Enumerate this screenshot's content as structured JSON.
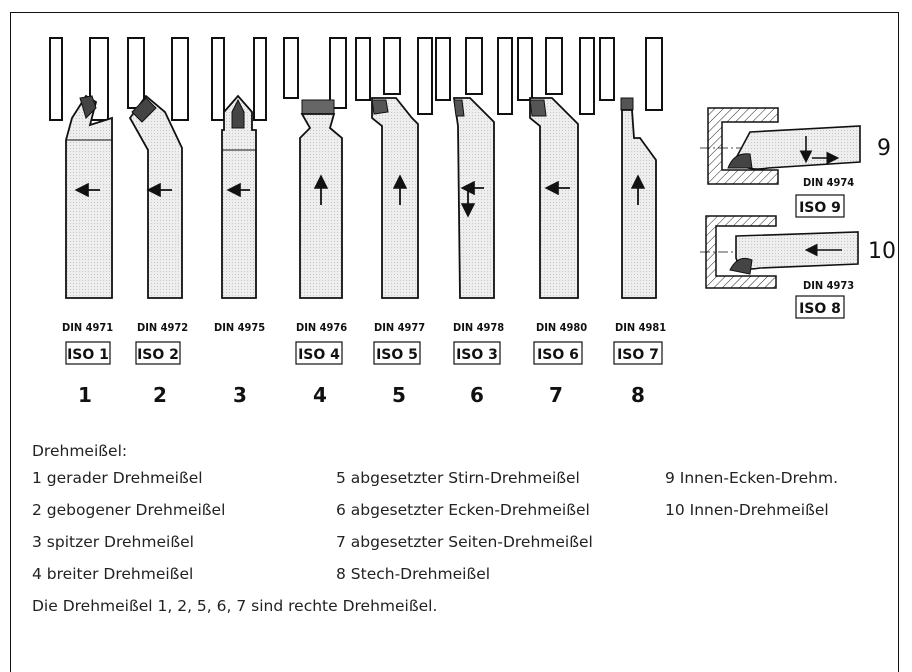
{
  "tools": [
    {
      "din": "DIN 4971",
      "iso": "ISO 1",
      "number": "1"
    },
    {
      "din": "DIN 4972",
      "iso": "ISO 2",
      "number": "2"
    },
    {
      "din": "DIN 4975",
      "iso": "",
      "number": "3"
    },
    {
      "din": "DIN 4976",
      "iso": "ISO 4",
      "number": "4"
    },
    {
      "din": "DIN 4977",
      "iso": "ISO 5",
      "number": "5"
    },
    {
      "din": "DIN 4978",
      "iso": "ISO 3",
      "number": "6"
    },
    {
      "din": "DIN 4980",
      "iso": "ISO 6",
      "number": "7"
    },
    {
      "din": "DIN 4981",
      "iso": "ISO 7",
      "number": "8"
    }
  ],
  "inner_tools": [
    {
      "din": "DIN 4974",
      "iso": "ISO 9",
      "number": "9"
    },
    {
      "din": "DIN 4973",
      "iso": "ISO 8",
      "number": "10"
    }
  ],
  "legend": {
    "title": "Drehmeißel:",
    "col1": [
      "1  gerader Drehmeißel",
      "2  gebogener Drehmeißel",
      "3  spitzer Drehmeißel",
      "4  breiter Drehmeißel"
    ],
    "col2": [
      "5  abgesetzter Stirn-Drehmeißel",
      "6  abgesetzter Ecken-Drehmeißel",
      "7  abgesetzter Seiten-Drehmeißel",
      "8  Stech-Drehmeißel"
    ],
    "col3": [
      "9  Innen-Ecken-Drehm.",
      "10 Innen-Drehmeißel"
    ],
    "note": "Die Drehmeißel 1, 2, 5, 6, 7 sind rechte Drehmeißel."
  }
}
